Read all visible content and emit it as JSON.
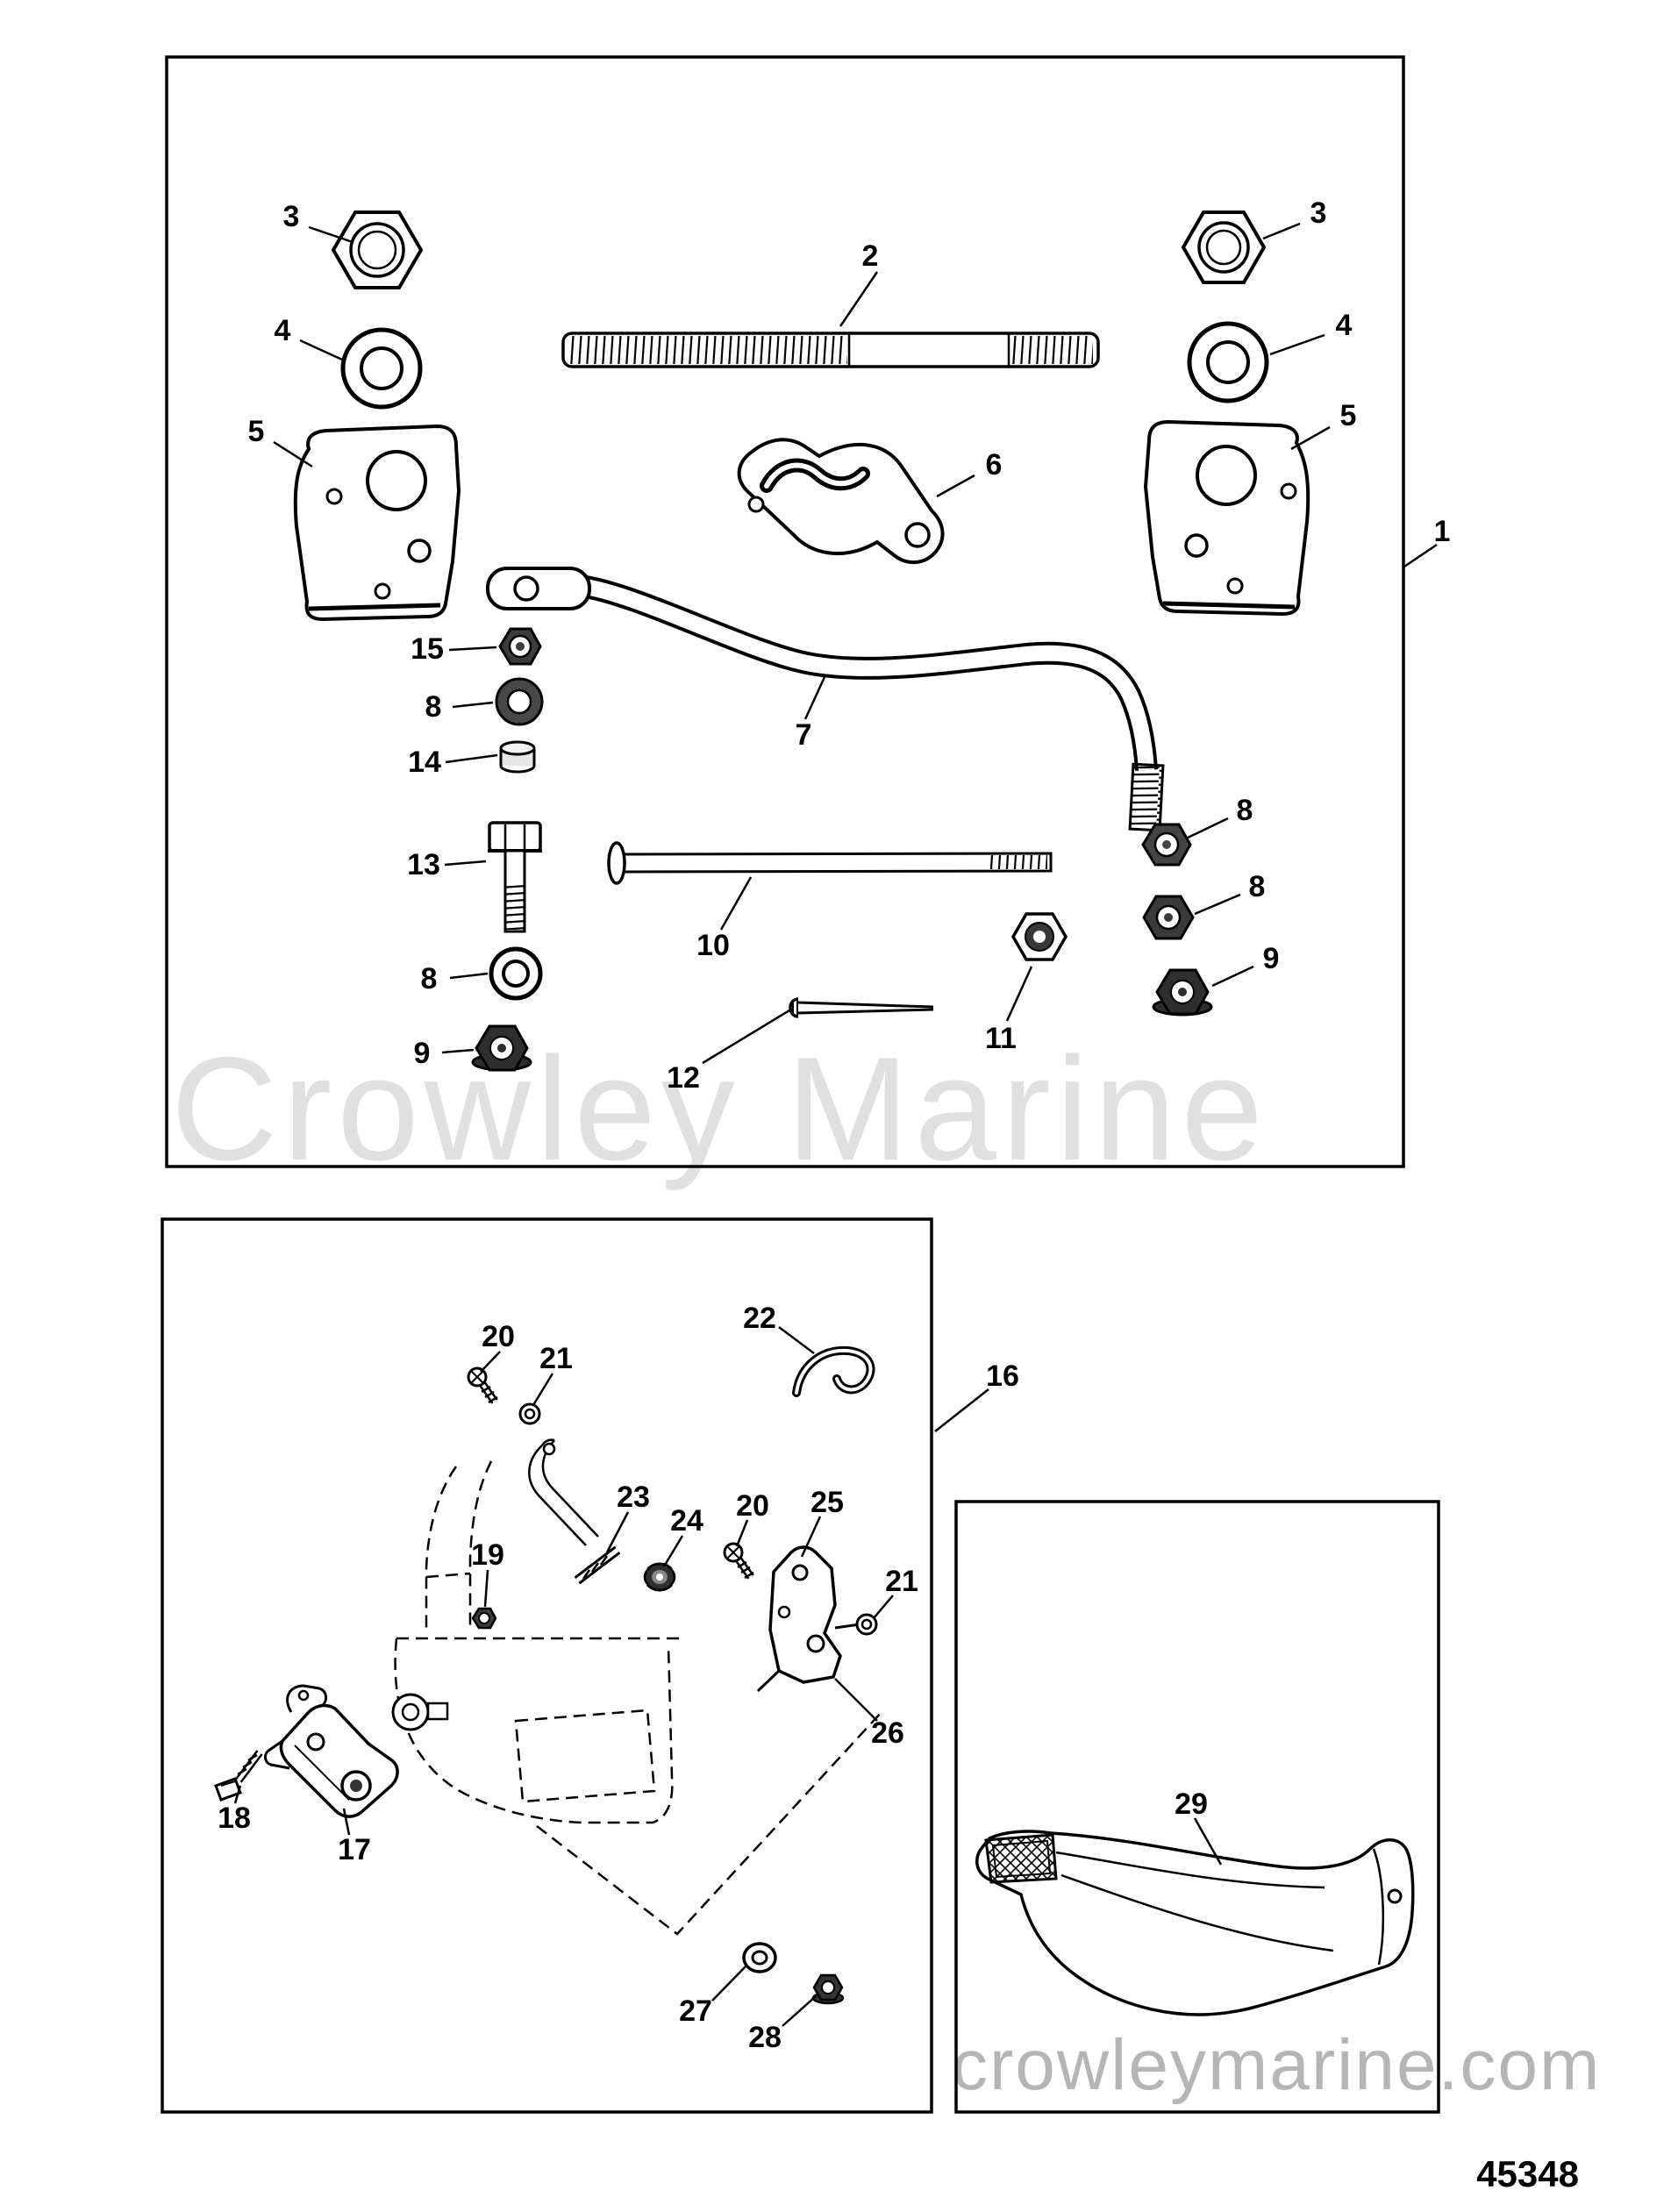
{
  "figure_number": "45348",
  "watermarks": {
    "center": "Crowley Marine",
    "bottom": "crowleymarine.com"
  },
  "callouts": {
    "c01": "3",
    "c02": "2",
    "c03": "3",
    "c04": "4",
    "c05": "4",
    "c06": "5",
    "c07": "6",
    "c08": "5",
    "c09": "1",
    "c10": "15",
    "c11": "8",
    "c12": "7",
    "c13": "14",
    "c14": "13",
    "c15": "10",
    "c16": "8",
    "c17": "8",
    "c18": "9",
    "c19": "8",
    "c20": "11",
    "c21": "9",
    "c22": "12",
    "c23": "20",
    "c24": "21",
    "c25": "22",
    "c26": "16",
    "c27": "23",
    "c28": "24",
    "c29": "20",
    "c30": "25",
    "c31": "19",
    "c32": "21",
    "c33": "26",
    "c34": "17",
    "c35": "18",
    "c36": "27",
    "c37": "28",
    "c38": "29"
  }
}
